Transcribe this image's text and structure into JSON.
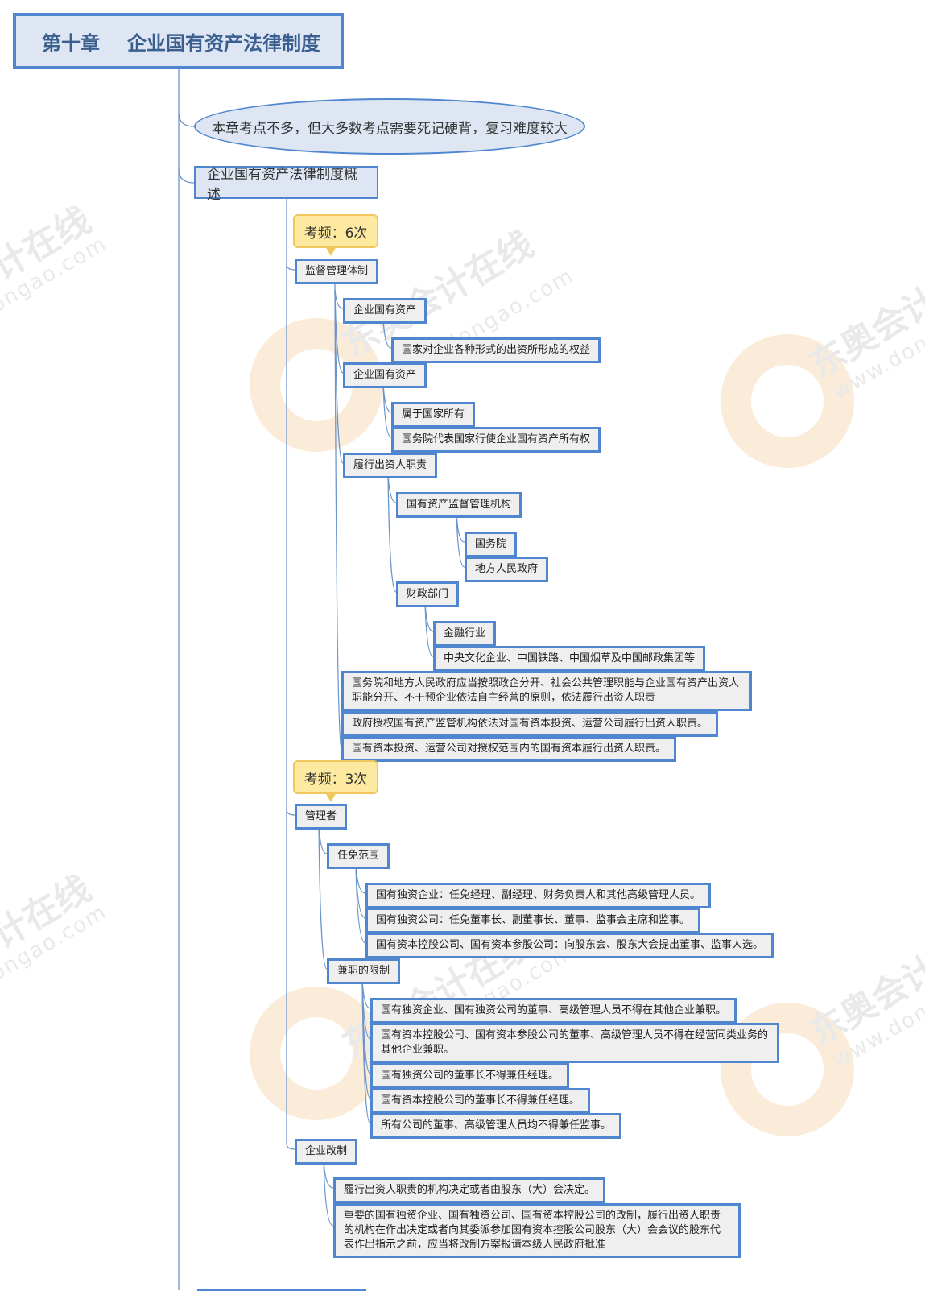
{
  "title": {
    "chapter": "第十章",
    "name": "企业国有资产法律制度"
  },
  "summary": "本章考点不多，但大多数考点需要死记硬背，复习难度较大",
  "section": "企业国有资产法律制度概述",
  "watermark": {
    "brand": "东奥会计在线",
    "url": "www.dongao.com"
  },
  "colors": {
    "node_border": "#4f86cf",
    "node_fill": "#efefef",
    "title_fill": "#dde6f2",
    "callout_fill": "#fde9a0",
    "callout_border": "#f0c75a",
    "line": "#6c95c9"
  },
  "topics": [
    {
      "frequency": "考频：6次",
      "label": "监督管理体制",
      "children": [
        {
          "label": "企业国有资产",
          "children": [
            "国家对企业各种形式的出资所形成的权益"
          ]
        },
        {
          "label": "企业国有资产",
          "children": [
            "属于国家所有",
            "国务院代表国家行使企业国有资产所有权"
          ]
        },
        {
          "label": "履行出资人职责",
          "children": [
            {
              "label": "国有资产监督管理机构",
              "children": [
                "国务院",
                "地方人民政府"
              ]
            },
            {
              "label": "财政部门",
              "children": [
                "金融行业",
                "中央文化企业、中国铁路、中国烟草及中国邮政集团等"
              ]
            }
          ]
        },
        {
          "label": "国务院和地方人民政府应当按照政企分开、社会公共管理职能与企业国有资产出资人职能分开、不干预企业依法自主经营的原则，依法履行出资人职责"
        },
        {
          "label": "政府授权国有资产监管机构依法对国有资本投资、运营公司履行出资人职责。"
        },
        {
          "label": "国有资本投资、运营公司对授权范围内的国有资本履行出资人职责。"
        }
      ]
    },
    {
      "frequency": "考频：3次",
      "label": "管理者",
      "children": [
        {
          "label": "任免范围",
          "children": [
            "国有独资企业：任免经理、副经理、财务负责人和其他高级管理人员。",
            "国有独资公司：任免董事长、副董事长、董事、监事会主席和监事。",
            "国有资本控股公司、国有资本参股公司：向股东会、股东大会提出董事、监事人选。"
          ]
        },
        {
          "label": "兼职的限制",
          "children": [
            "国有独资企业、国有独资公司的董事、高级管理人员不得在其他企业兼职。",
            "国有资本控股公司、国有资本参股公司的董事、高级管理人员不得在经营同类业务的其他企业兼职。",
            "国有独资公司的董事长不得兼任经理。",
            "国有资本控股公司的董事长不得兼任经理。",
            "所有公司的董事、高级管理人员均不得兼任监事。"
          ]
        }
      ]
    },
    {
      "label": "企业改制",
      "children": [
        "履行出资人职责的机构决定或者由股东（大）会决定。",
        "重要的国有独资企业、国有独资公司、国有资本控股公司的改制，履行出资人职责的机构在作出决定或者向其委派参加国有资本控股公司股东（大）会会议的股东代表作出指示之前，应当将改制方案报请本级人民政府批准"
      ]
    }
  ]
}
